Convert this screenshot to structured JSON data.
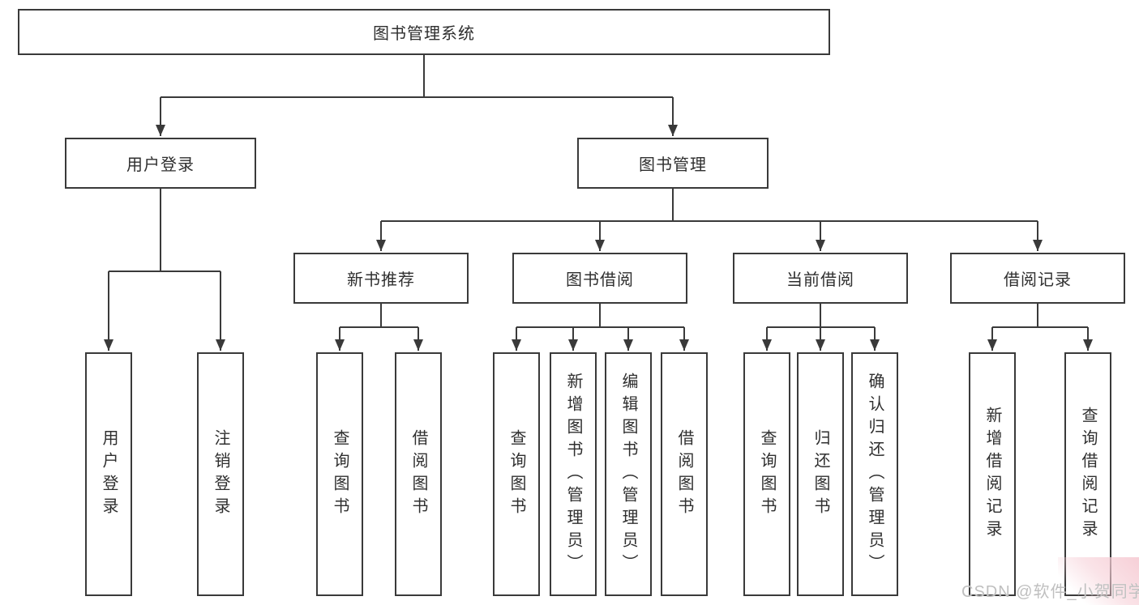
{
  "tree": {
    "root": "图书管理系统",
    "children": [
      {
        "label": "用户登录",
        "children": [
          {
            "label": "用户登录"
          },
          {
            "label": "注销登录"
          }
        ]
      },
      {
        "label": "图书管理",
        "children": [
          {
            "label": "新书推荐",
            "children": [
              {
                "label": "查询图书"
              },
              {
                "label": "借阅图书"
              }
            ]
          },
          {
            "label": "图书借阅",
            "children": [
              {
                "label": "查询图书"
              },
              {
                "label": "新增图书（管理员）"
              },
              {
                "label": "编辑图书（管理员）"
              },
              {
                "label": "借阅图书"
              }
            ]
          },
          {
            "label": "当前借阅",
            "children": [
              {
                "label": "查询图书"
              },
              {
                "label": "归还图书"
              },
              {
                "label": "确认归还（管理员）"
              }
            ]
          },
          {
            "label": "借阅记录",
            "children": [
              {
                "label": "新增借阅记录"
              },
              {
                "label": "查询借阅记录"
              }
            ]
          }
        ]
      }
    ]
  },
  "watermark": {
    "text": "CSDN @软件_小贺同学"
  },
  "colors": {
    "line": "#3a3a3a",
    "box_border": "#3a3a3a",
    "text": "#2f2f2f",
    "background": "#ffffff",
    "watermark_text": "#bfbfbf",
    "watermark_pink": "#f6cdd5"
  }
}
